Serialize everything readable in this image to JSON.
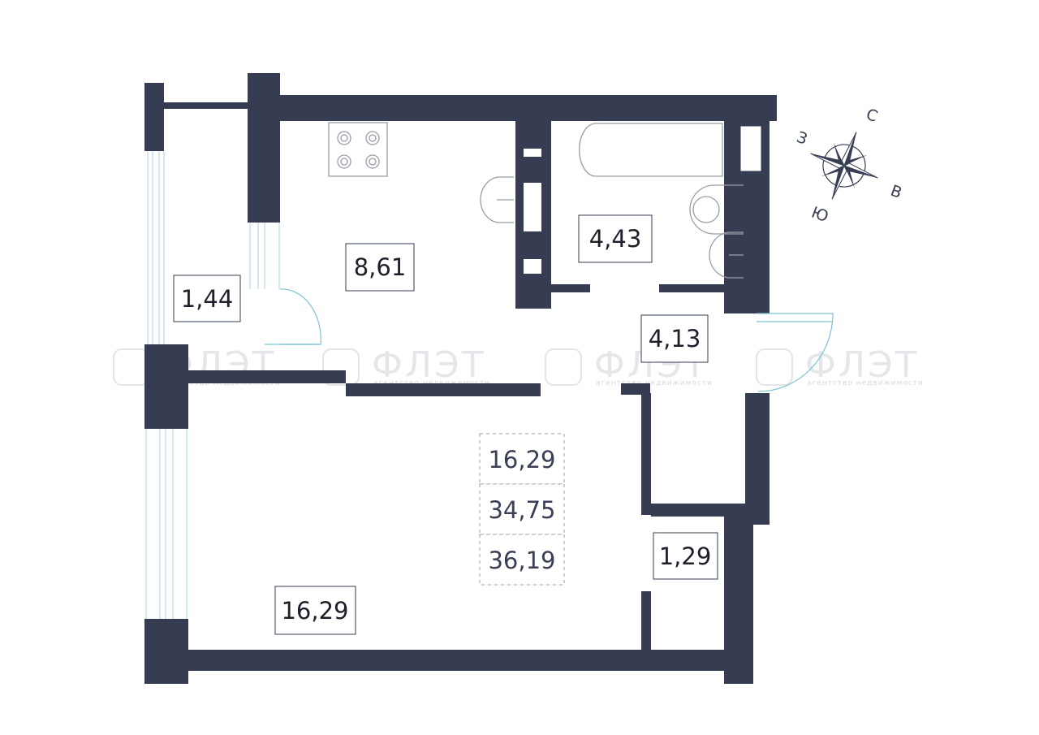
{
  "plan": {
    "rooms": [
      {
        "id": "balcony",
        "area": "1,44"
      },
      {
        "id": "kitchen",
        "area": "8,61"
      },
      {
        "id": "bathroom",
        "area": "4,43"
      },
      {
        "id": "hallway",
        "area": "4,13"
      },
      {
        "id": "living",
        "area": "16,29"
      },
      {
        "id": "storage",
        "area": "1,29"
      }
    ],
    "summary": {
      "living_area": "16,29",
      "total_area": "34,75",
      "total_with_balcony": "36,19"
    }
  },
  "compass": {
    "north": "С",
    "east": "В",
    "south": "Ю",
    "west": "З"
  },
  "watermark": {
    "brand": "ФЛЭТ",
    "subtitle": "агентство недвижимости"
  },
  "colors": {
    "wall": "#363c52",
    "window": "#b8dde6",
    "door": "#7cc4d3"
  }
}
